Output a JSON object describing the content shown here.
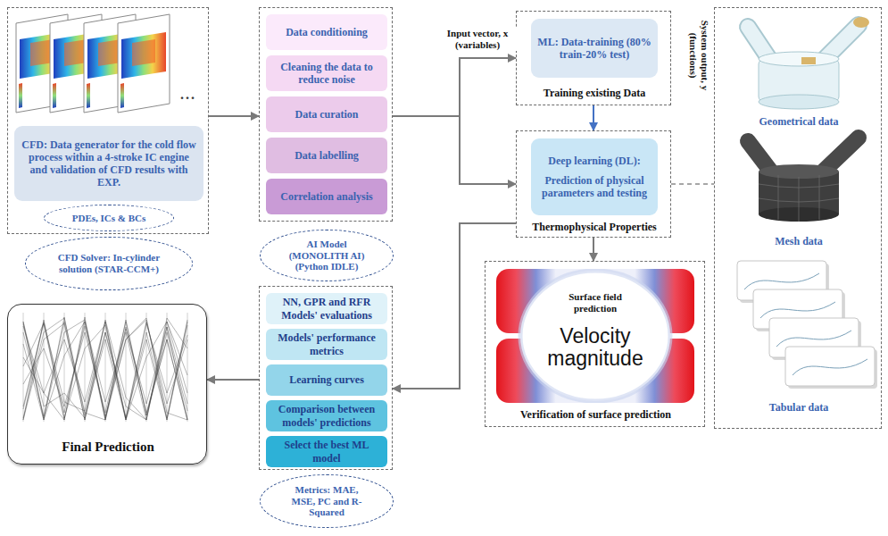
{
  "diagram": {
    "nodes": [
      {
        "text": [
          "CFD Solver: In-cylinder solution (STAR-CCM+)"
        ]
      },
      {
        "text": [
          "CFD: Data generator for the cold flow process within a 4-stroke IC engine and validation of CFD results with EXP."
        ],
        "in": 0
      },
      {
        "text": [
          "PDEs, ICs & BCs"
        ],
        "in": 0
      },
      {
        "text": [
          "AI Model (MONOLITH AI) (Python IDLE)"
        ]
      },
      {
        "text": [
          "Data conditioning"
        ],
        "in": 3
      },
      {
        "text": [
          "Cleaning the data to reduce noise"
        ],
        "in": 3
      },
      {
        "text": [
          "Data curation"
        ],
        "in": 3
      },
      {
        "text": [
          "Data labelling"
        ],
        "in": 3
      },
      {
        "text": [
          "Correlation analysis"
        ],
        "in": 3
      },
      {
        "text": [
          "Training existing Data"
        ]
      },
      {
        "text": [
          "ML: Data-training (80% train-20% test)"
        ],
        "in": 9
      },
      {
        "text": [
          "Thermophysical Properties"
        ]
      },
      {
        "text": [
          "Deep learning (DL):",
          "Prediction of physical parameters and testing"
        ],
        "in": 11
      },
      {
        "text": [
          "Geometrical data",
          "Mesh data",
          "Tabular data"
        ]
      },
      {
        "text": [
          "Verification of surface prediction"
        ]
      },
      {
        "text": [
          "Surface field prediction",
          "Velocity magnitude"
        ],
        "in": 14
      },
      {
        "text": [
          "Metrics: MAE, MSE, PC and R-Squared"
        ]
      },
      {
        "text": [
          "NN, GPR and RFR Models' evaluations"
        ],
        "in": 16
      },
      {
        "text": [
          "Models' performance metrics"
        ],
        "in": 16
      },
      {
        "text": [
          "Learning curves"
        ],
        "in": 16
      },
      {
        "text": [
          "Comparison between models' predictions"
        ],
        "in": 16
      },
      {
        "text": [
          "Select the best ML model"
        ],
        "in": 16
      },
      {
        "text": [
          "Final Prediction"
        ]
      }
    ],
    "edges": [
      {
        "from": 0,
        "to": 3,
        "arrow": "to"
      },
      {
        "from": 3,
        "to": 9,
        "label": "Input vector, x (variables)",
        "arrow": "to"
      },
      {
        "from": 3,
        "to": 11,
        "arrow": "to"
      },
      {
        "from": 9,
        "to": 11,
        "arrow": "to"
      },
      {
        "from": 11,
        "to": 14,
        "arrow": "to"
      },
      {
        "from": 11,
        "to": 16,
        "arrow": "to"
      },
      {
        "from": 16,
        "to": 22,
        "arrow": "to"
      },
      {
        "from": 11,
        "to": 13,
        "arrow": "none"
      }
    ],
    "labels": [
      "...",
      "System output, y (functions)"
    ]
  }
}
